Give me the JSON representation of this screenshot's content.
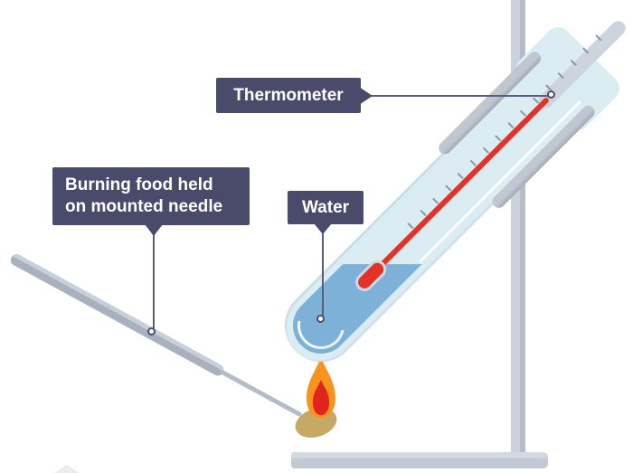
{
  "diagram": {
    "description": "Experiment: burning food sample heating water in a clamped boiling tube",
    "labels": {
      "thermometer": "Thermometer",
      "burning_food": [
        "Burning food held",
        "on mounted needle"
      ],
      "water": "Water"
    },
    "colors": {
      "label_bg": "#4a4a6a",
      "label_text": "#ffffff",
      "leader": "#5c5c7a",
      "marker_ring": "#4c4c6a",
      "glass": "#dbedf2",
      "water": "#7db1d7",
      "mercury": "#e53228",
      "stem": "#cdd4de",
      "tick": "#8d97a4",
      "clamp_light": "#c0c7d1",
      "clamp_dark": "#a2aab8",
      "pole_light": "#ccd2db",
      "pole_dark": "#b6bdc9",
      "base": "#c3c9d4",
      "rod_light": "#c9cfd8",
      "rod_dark": "#a9b1be",
      "needle": "#b4bcc7",
      "food": "#c7a966",
      "flame_outer": "#f6941e",
      "flame_inner": "#e0231c"
    }
  }
}
